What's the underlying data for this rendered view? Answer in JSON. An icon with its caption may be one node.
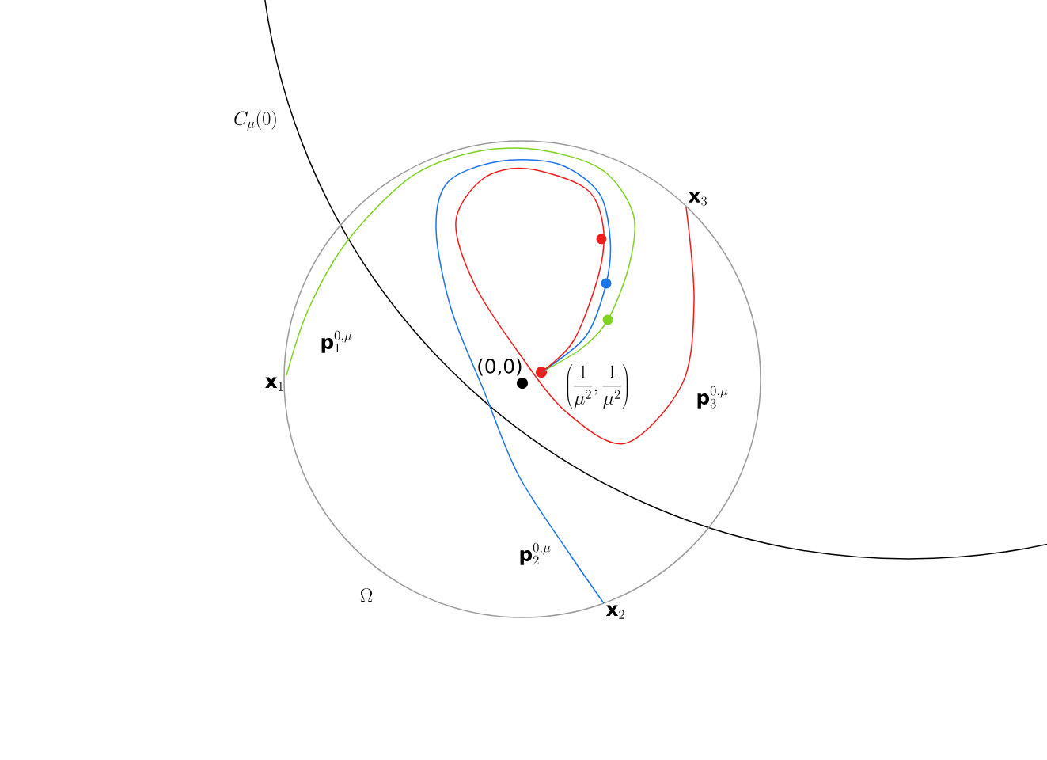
{
  "diagram": {
    "nodes": [
      {
        "text": [
          "\\mathbf{x}_1"
        ]
      },
      {
        "text": [
          "\\mathbf{x}_2"
        ]
      },
      {
        "text": [
          "\\mathbf{x}_3"
        ]
      },
      {
        "text": [],
        "shape": "circle",
        "beside": [
          "\\left(\\frac{1}{\\mu^2},\\frac{1}{\\mu^2}\\right)"
        ]
      },
      {
        "text": [],
        "shape": "circle",
        "beside": [
          "(0,0)"
        ]
      }
    ],
    "edges": [
      {
        "from": 0,
        "to": 3,
        "arrow": "none",
        "label": "\\mathbf{p}_1^{0,\\mu}",
        "color": "#7ed321"
      },
      {
        "from": 1,
        "to": 3,
        "arrow": "none",
        "label": "\\mathbf{p}_2^{0,\\mu}",
        "color": "#1a73e8"
      },
      {
        "from": 2,
        "to": 3,
        "arrow": "none",
        "label": "\\mathbf{p}_3^{0,\\mu}",
        "color": "#ee1c1c"
      }
    ],
    "labels": [
      "C_\\mu(0)",
      "\\Omega"
    ]
  }
}
